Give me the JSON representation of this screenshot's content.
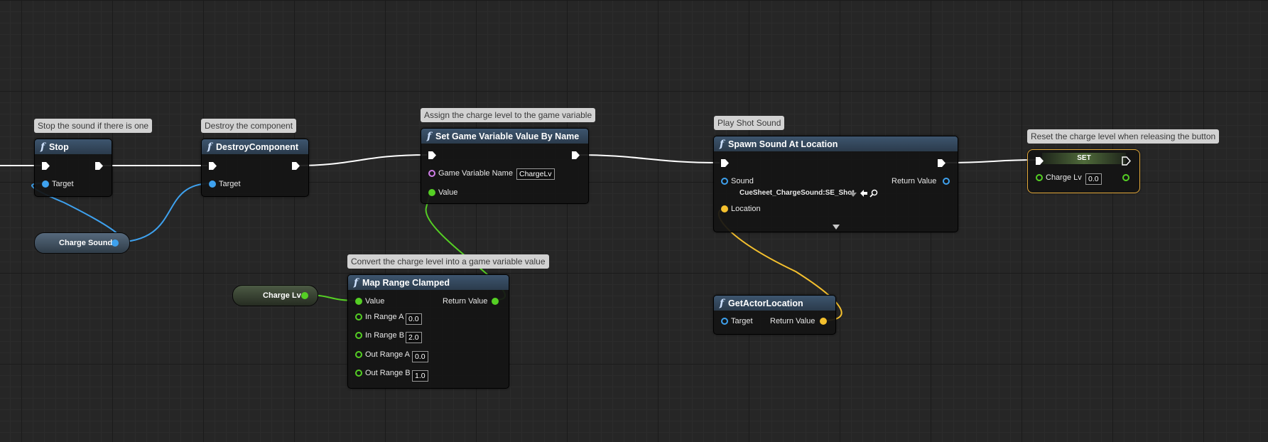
{
  "comments": {
    "stop": "Stop the sound if there is one",
    "destroy": "Destroy the component",
    "assign": "Assign the charge level to the game variable",
    "play": "Play Shot Sound",
    "reset": "Reset the charge level when releasing the button",
    "convert": "Convert the charge level into a game variable value"
  },
  "nodes": {
    "stop": {
      "title": "Stop",
      "target_label": "Target"
    },
    "destroy": {
      "title": "DestroyComponent",
      "target_label": "Target"
    },
    "set_game_var": {
      "title": "Set Game Variable Value By Name",
      "name_label": "Game Variable Name",
      "name_value": "ChargeLv",
      "value_label": "Value"
    },
    "spawn_sound": {
      "title": "Spawn Sound At Location",
      "sound_label": "Sound",
      "sound_value": "CueSheet_ChargeSound:SE_Shot",
      "return_label": "Return Value",
      "location_label": "Location"
    },
    "set_node": {
      "title": "SET",
      "var_label": "Charge Lv",
      "var_value": "0.0"
    },
    "map_range": {
      "title": "Map Range Clamped",
      "value_label": "Value",
      "return_label": "Return Value",
      "in_a_label": "In Range A",
      "in_a_value": "0.0",
      "in_b_label": "In Range B",
      "in_b_value": "2.0",
      "out_a_label": "Out Range A",
      "out_a_value": "0.0",
      "out_b_label": "Out Range B",
      "out_b_value": "1.0"
    },
    "get_actor_location": {
      "title": "GetActorLocation",
      "target_label": "Target",
      "return_label": "Return Value"
    }
  },
  "variables": {
    "charge_sound": "Charge Sound",
    "charge_lv": "Charge Lv"
  },
  "icons": {
    "function": "f",
    "function_icon": "function-icon",
    "exec_pin": "exec-pin-icon",
    "dropdown": "chevron-down-icon",
    "use_selected": "arrow-left-icon",
    "browse": "search-icon",
    "expand": "expand-arrow-icon"
  },
  "colors": {
    "exec_wire": "#ffffff",
    "object_pin": "#3ea1ee",
    "float_pin": "#55cf24",
    "name_pin": "#d07ee8",
    "vector_pin": "#f4c02e",
    "set_node_outline": "#e3a93a"
  }
}
